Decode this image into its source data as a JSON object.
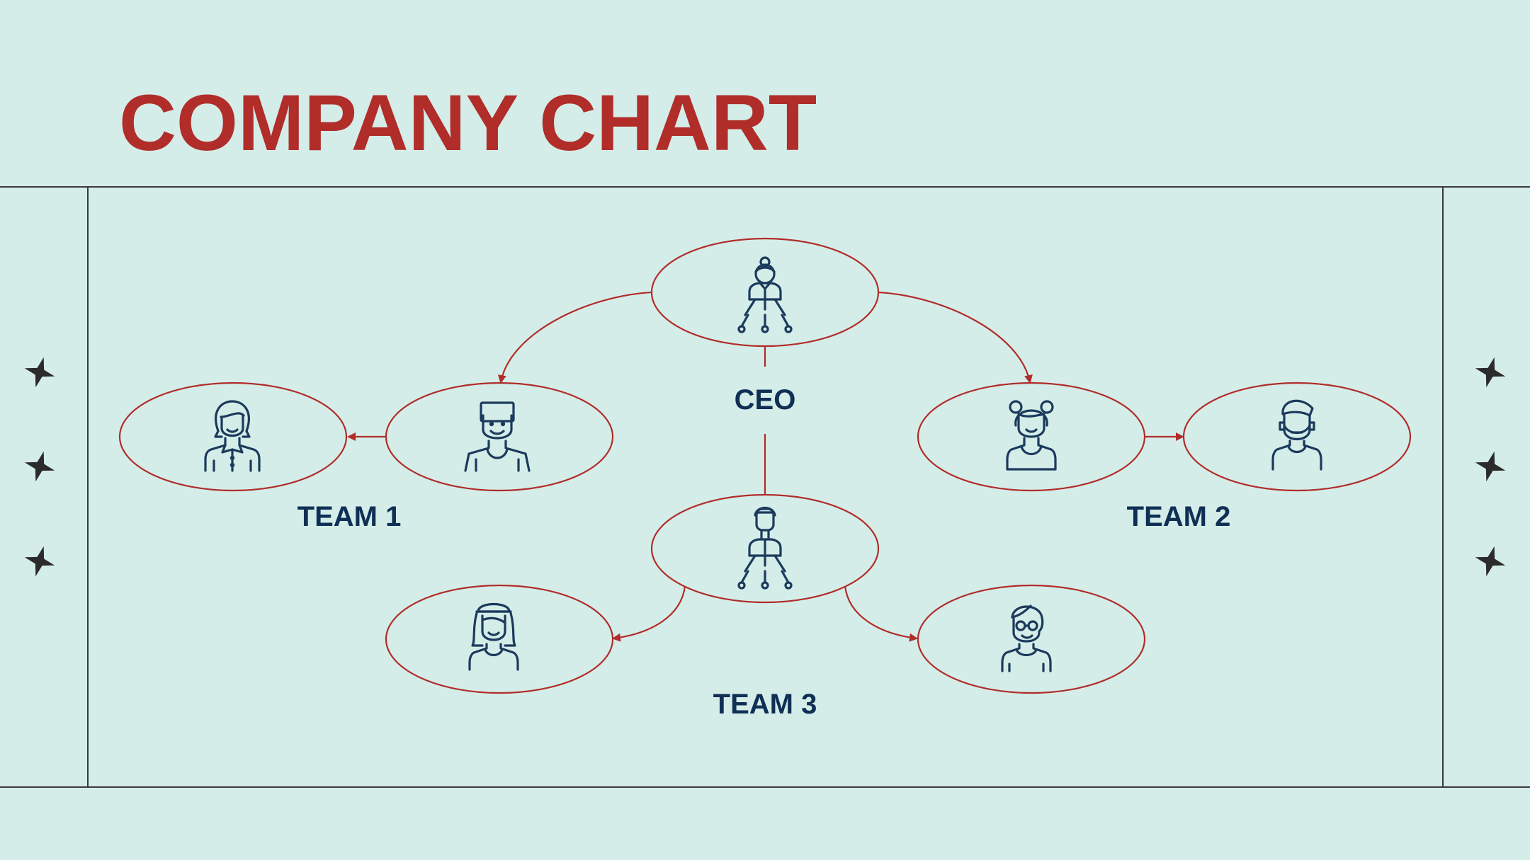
{
  "title": "COMPANY CHART",
  "colors": {
    "background": "#d5ede9",
    "title": "#b02d2a",
    "ellipse_stroke": "#b02d2a",
    "connector": "#b02d2a",
    "icon": "#1b3a5c",
    "label": "#0f2f55",
    "frame_line": "#3a3a3a",
    "star": "#2b2b2b"
  },
  "nodes": {
    "ceo": {
      "label": "CEO",
      "icon": "woman-manager-network-icon"
    },
    "team3_lead": {
      "icon": "man-manager-network-icon"
    },
    "team1_lead": {
      "icon": "man-avatar-icon"
    },
    "team1_member": {
      "icon": "woman-avatar-icon"
    },
    "team2_lead": {
      "icon": "woman-buns-avatar-icon"
    },
    "team2_member": {
      "icon": "bearded-man-avatar-icon"
    },
    "team3_member_left": {
      "icon": "woman-hat-avatar-icon"
    },
    "team3_member_right": {
      "icon": "woman-glasses-avatar-icon"
    }
  },
  "teams": [
    {
      "label": "TEAM 1"
    },
    {
      "label": "TEAM 2"
    },
    {
      "label": "TEAM 3"
    }
  ],
  "decorations": {
    "left_stars": 3,
    "right_stars": 3,
    "star_icon": "four-point-star-icon"
  }
}
